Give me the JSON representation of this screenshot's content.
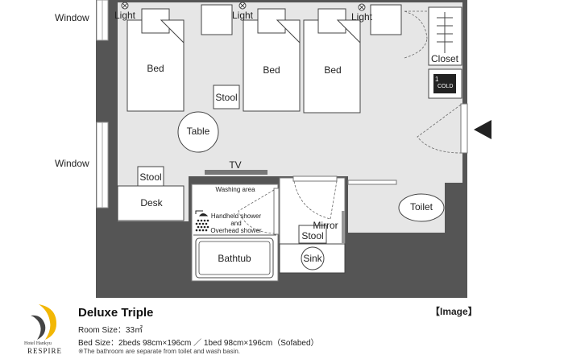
{
  "labels": {
    "window_top": "Window",
    "window_mid": "Window",
    "light_1": "Light",
    "light_2": "Light",
    "light_3": "Light",
    "bed_1": "Bed",
    "bed_2": "Bed",
    "bed_3": "Bed",
    "stool_1": "Stool",
    "stool_2": "Stool",
    "stool_3": "Stool",
    "table": "Table",
    "desk": "Desk",
    "tv": "TV",
    "closet": "Closet",
    "fridge_num": "1",
    "fridge_text": "COLD",
    "washing_area": "Washing area",
    "handheld_shower": "Handheld shower",
    "shower_and": "and",
    "overhead_shower": "Overhead shower",
    "bathtub": "Bathtub",
    "mirror": "Mirror",
    "sink": "Sink",
    "toilet": "Toilet"
  },
  "info": {
    "title": "Deluxe Triple",
    "room_size": "Room Size：33㎡",
    "bed_size": "Bed Size：2beds 98cm×196cm ／ 1bed 98cm×196cm（Sofabed）",
    "note": "※The bathroom are separate from toilet and wash basin.",
    "image_tag": "【Image】"
  },
  "brand": {
    "line1": "Hotel Hankyu",
    "line2": "RESPIRE"
  },
  "colors": {
    "wall": "#555555",
    "floor": "#e6e6e6",
    "logo_yellow": "#f2b705",
    "entrance_arrow": "#222222"
  }
}
